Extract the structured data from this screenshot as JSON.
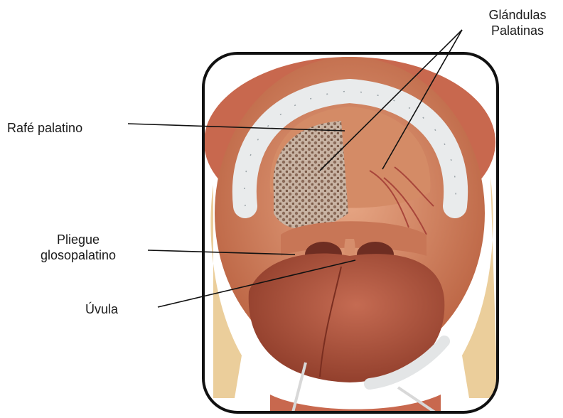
{
  "labels": {
    "glandulas_line1": "Glándulas",
    "glandulas_line2": "Palatinas",
    "rafe": "Rafé palatino",
    "pliegue_line1": "Pliegue",
    "pliegue_line2": "glosopalatino",
    "uvula": "Úvula"
  },
  "colors": {
    "frame": "#111111",
    "lips": "#c8684e",
    "oral_cavity": "#e6a27d",
    "palate": "#d48b66",
    "tongue": "#b8583f",
    "teeth": "#e9ebec",
    "mucosa_dissected": "#a48470",
    "leader_line": "#111111"
  }
}
